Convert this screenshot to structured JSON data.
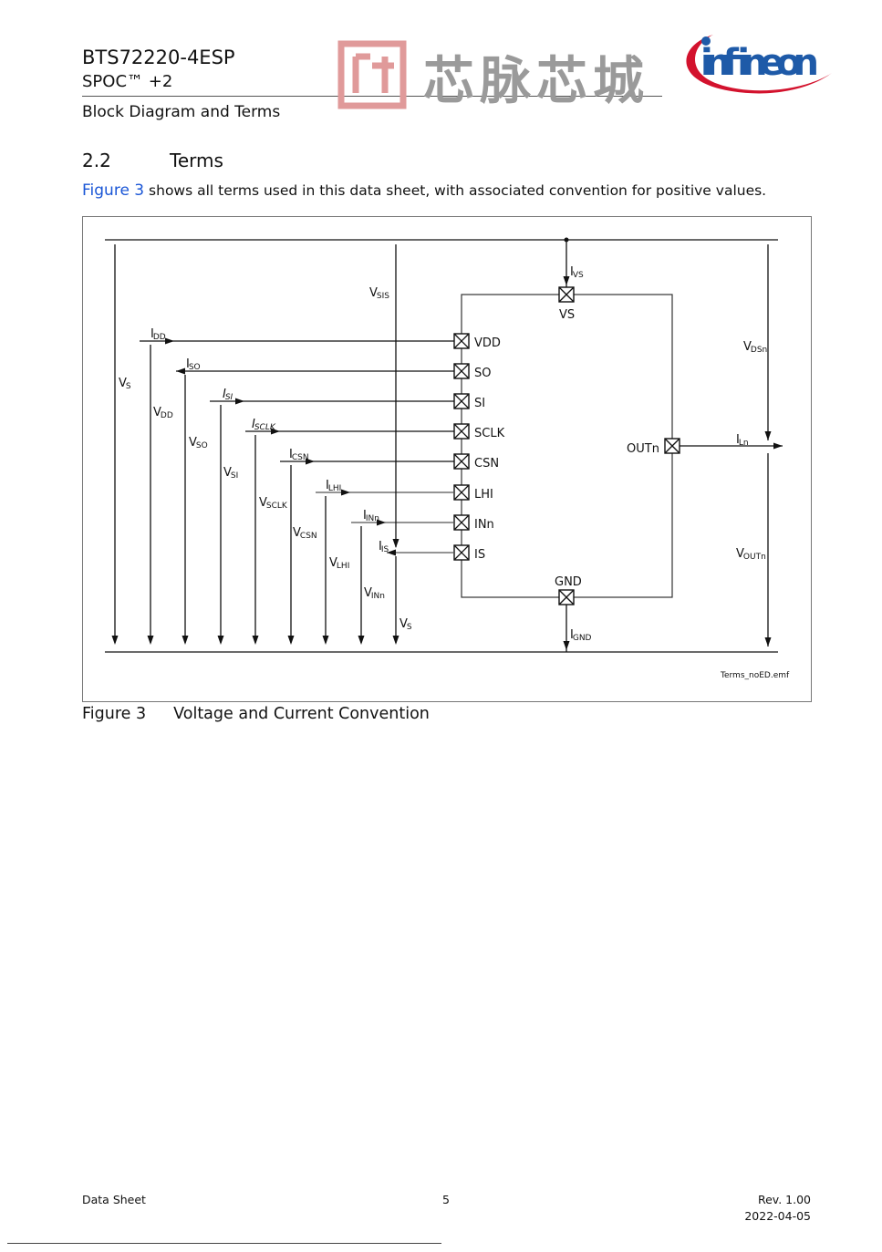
{
  "header": {
    "title": "BTS72220-4ESP",
    "subtitle": "SPOC™ +2",
    "chapter": "Block Diagram and Terms",
    "brand_logo": "infineon",
    "watermark_text": "芯脉芯城"
  },
  "section": {
    "number": "2.2",
    "title": "Terms",
    "intro_link": "Figure 3",
    "intro_text": " shows all terms used in this data sheet, with associated convention for positive values."
  },
  "figure": {
    "caption_num": "Figure 3",
    "caption_title": "Voltage and Current Convention",
    "file_tag": "Terms_noED.emf",
    "pins": {
      "VS": "VS",
      "GND": "GND",
      "OUTn": "OUTn",
      "left": [
        "VDD",
        "SO",
        "SI",
        "SCLK",
        "CSN",
        "LHI",
        "INn",
        "IS"
      ]
    },
    "voltages": [
      {
        "m": "V",
        "s": "S"
      },
      {
        "m": "V",
        "s": "DD"
      },
      {
        "m": "V",
        "s": "SO"
      },
      {
        "m": "V",
        "s": "SI"
      },
      {
        "m": "V",
        "s": "SCLK"
      },
      {
        "m": "V",
        "s": "CSN"
      },
      {
        "m": "V",
        "s": "LHI"
      },
      {
        "m": "V",
        "s": "INn"
      },
      {
        "m": "V",
        "s": "SIS"
      },
      {
        "m": "V",
        "s": "S"
      },
      {
        "m": "V",
        "s": "DSn"
      },
      {
        "m": "V",
        "s": "OUTn"
      }
    ],
    "currents": [
      {
        "m": "I",
        "s": "DD"
      },
      {
        "m": "I",
        "s": "SO"
      },
      {
        "m": "I",
        "s": "SI"
      },
      {
        "m": "I",
        "s": "SCLK"
      },
      {
        "m": "I",
        "s": "CSN"
      },
      {
        "m": "I",
        "s": "LHI"
      },
      {
        "m": "I",
        "s": "INn"
      },
      {
        "m": "I",
        "s": "IS"
      },
      {
        "m": "I",
        "s": "VS"
      },
      {
        "m": "I",
        "s": "GND"
      },
      {
        "m": "I",
        "s": "Ln"
      }
    ]
  },
  "footer": {
    "left": "Data Sheet",
    "page": "5",
    "rev": "Rev. 1.00",
    "date": "2022-04-05"
  }
}
